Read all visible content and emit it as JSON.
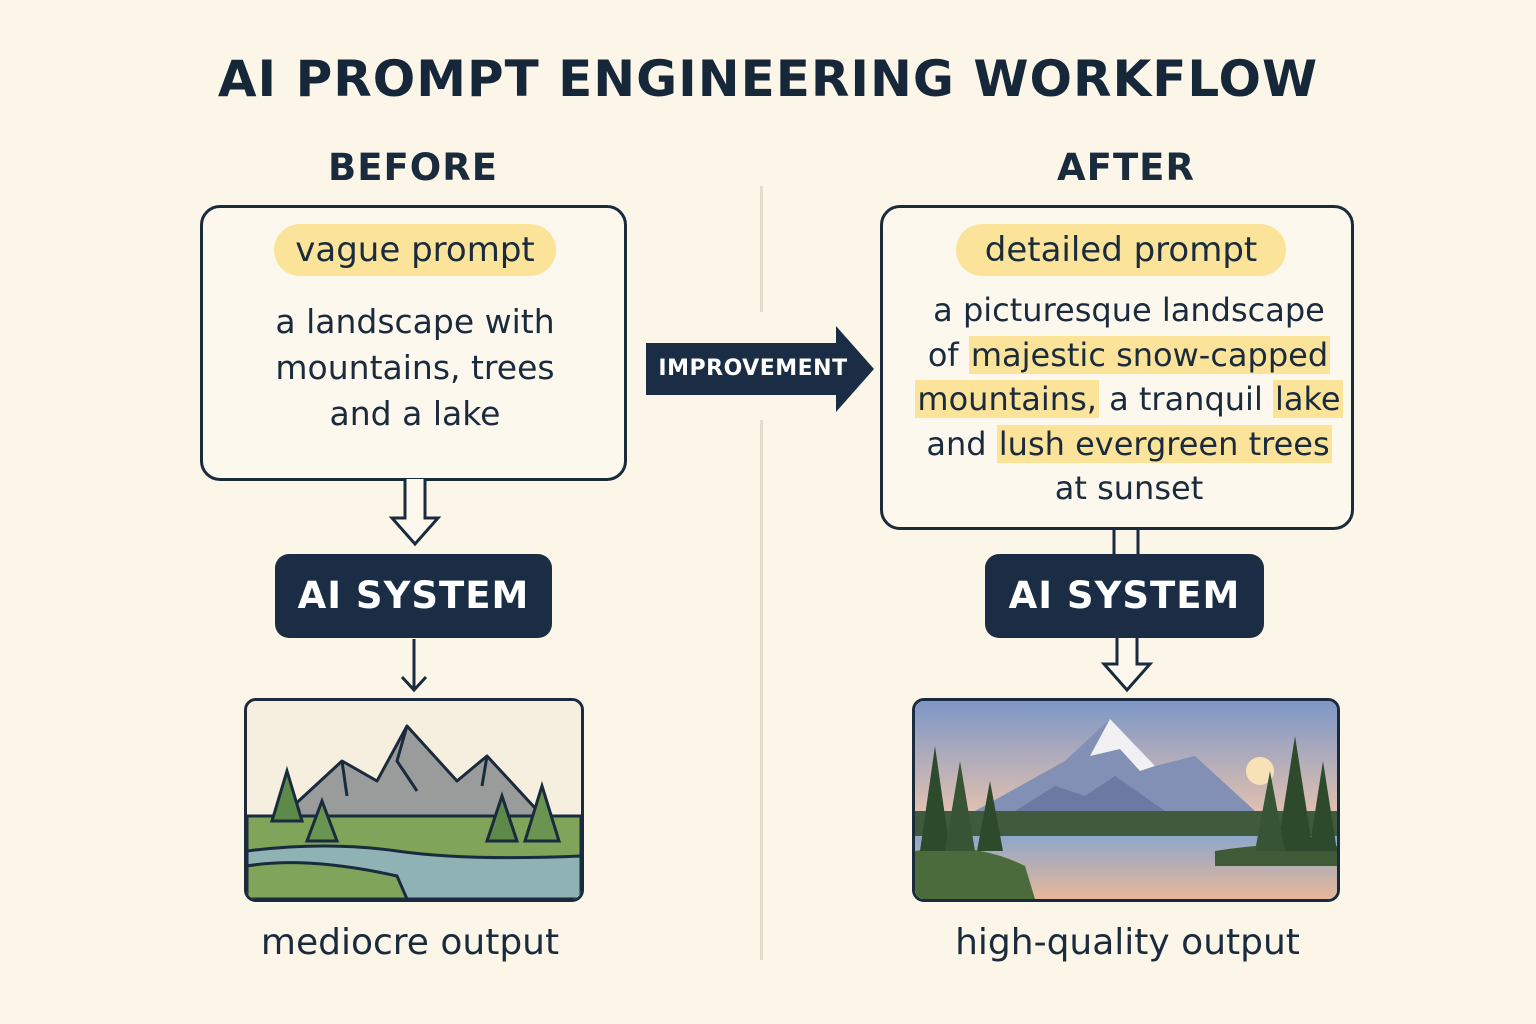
{
  "title": "AI PROMPT ENGINEERING WORKFLOW",
  "before": {
    "heading": "BEFORE",
    "pill": "vague prompt",
    "prompt_lines": [
      "a landscape with",
      "mountains, trees",
      "and a lake"
    ],
    "system": "AI SYSTEM",
    "caption": "mediocre output"
  },
  "after": {
    "heading": "AFTER",
    "pill": "detailed prompt",
    "prompt": {
      "l1": "a picturesque landscape",
      "l2a": "of ",
      "l2b": "majestic snow-capped",
      "l3a": "mountains,",
      "l3b": " a tranquil ",
      "l3c": "lake",
      "l4a": "and ",
      "l4b": "lush evergreen trees",
      "l5": "at sunset"
    },
    "system": "AI SYSTEM",
    "caption": "high-quality output"
  },
  "arrow_label": "IMPROVEMENT",
  "colors": {
    "background": "#fcf6e9",
    "ink": "#1a2b3d",
    "highlight": "#fbe39a",
    "system_box": "#1a2d44"
  }
}
